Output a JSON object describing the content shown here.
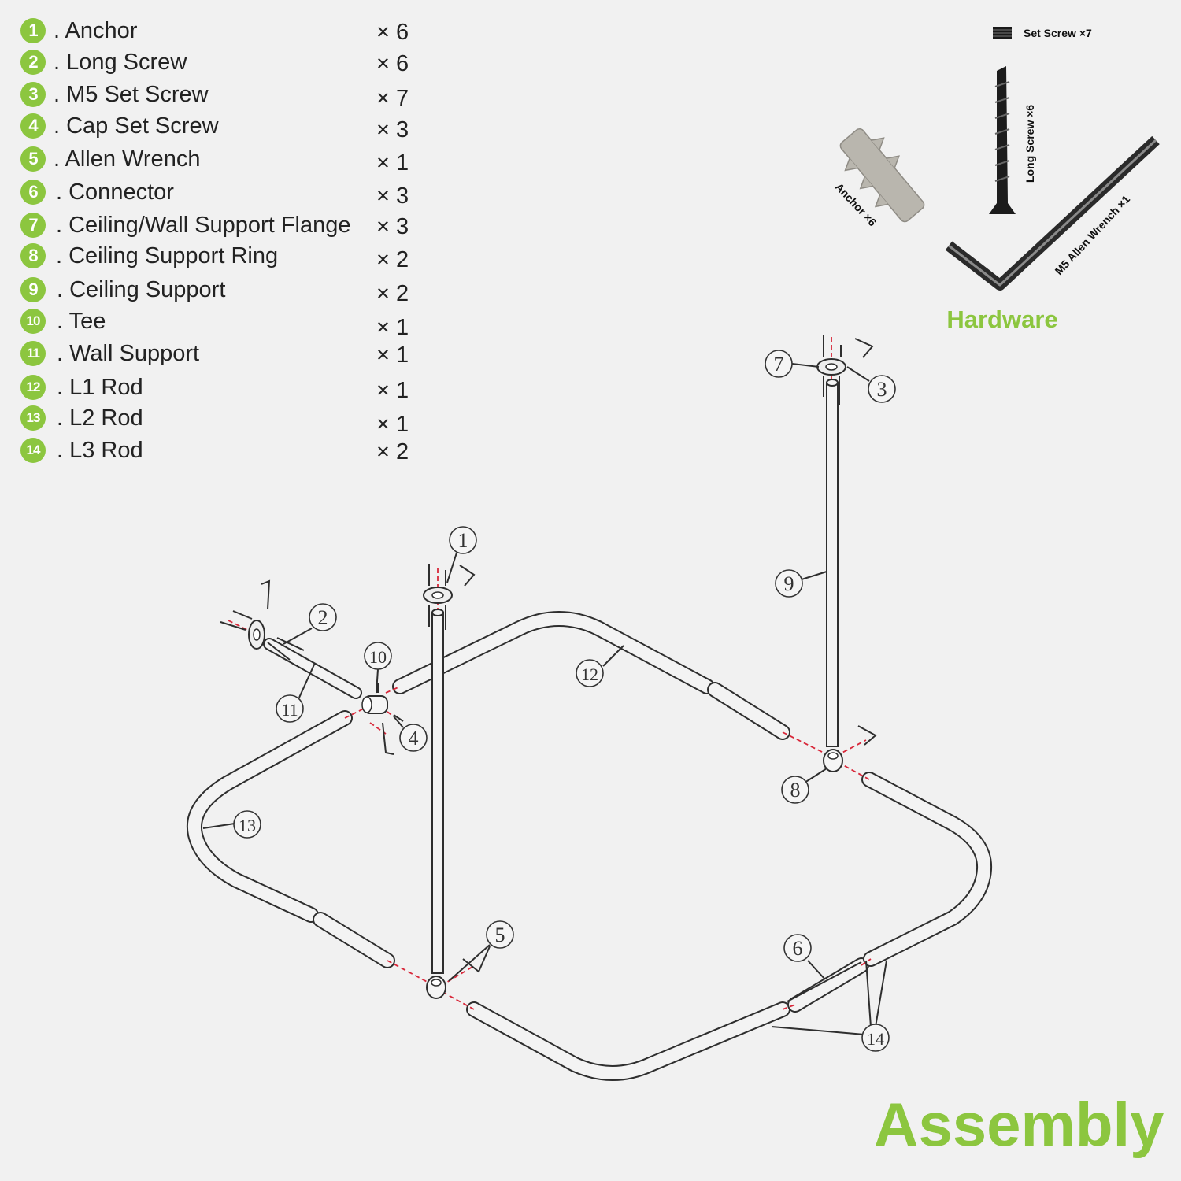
{
  "parts": [
    {
      "num": "1",
      "name": ". Anchor",
      "qty": "× 6"
    },
    {
      "num": "2",
      "name": ". Long Screw",
      "qty": "× 6"
    },
    {
      "num": "3",
      "name": ". M5 Set Screw",
      "qty": "× 7"
    },
    {
      "num": "4",
      "name": ". Cap Set Screw",
      "qty": "× 3"
    },
    {
      "num": "5",
      "name": ". Allen Wrench",
      "qty": "× 1"
    },
    {
      "num": "6",
      "name": ". Connector",
      "qty": "× 3"
    },
    {
      "num": "7",
      "name": ". Ceiling/Wall Support Flange",
      "qty": "× 3"
    },
    {
      "num": "8",
      "name": ". Ceiling Support Ring",
      "qty": "× 2"
    },
    {
      "num": "9",
      "name": ". Ceiling Support",
      "qty": "× 2"
    },
    {
      "num": "10",
      "name": ". Tee",
      "qty": "× 1"
    },
    {
      "num": "11",
      "name": ". Wall  Support",
      "qty": "× 1"
    },
    {
      "num": "12",
      "name": ". L1 Rod",
      "qty": "× 1"
    },
    {
      "num": "13",
      "name": ". L2 Rod",
      "qty": "× 1"
    },
    {
      "num": "14",
      "name": ". L3 Rod",
      "qty": "× 2"
    }
  ],
  "hardware": {
    "title": "Hardware",
    "set_screw_label": "Set Screw ×7",
    "long_screw_label": "Long Screw ×6",
    "anchor_label": "Anchor ×6",
    "wrench_label": "M5 Allen Wrench ×1"
  },
  "callouts": {
    "c1": "1",
    "c2": "2",
    "c3": "3",
    "c4": "4",
    "c5": "5",
    "c6": "6",
    "c7": "7",
    "c8": "8",
    "c9": "9",
    "c10": "10",
    "c11": "11",
    "c12": "12",
    "c13": "13",
    "c14": "14"
  },
  "assembly_title": "Assembly",
  "colors": {
    "accent": "#8cc63f",
    "explode_line": "#d8283a",
    "line": "#2e2e2e"
  }
}
